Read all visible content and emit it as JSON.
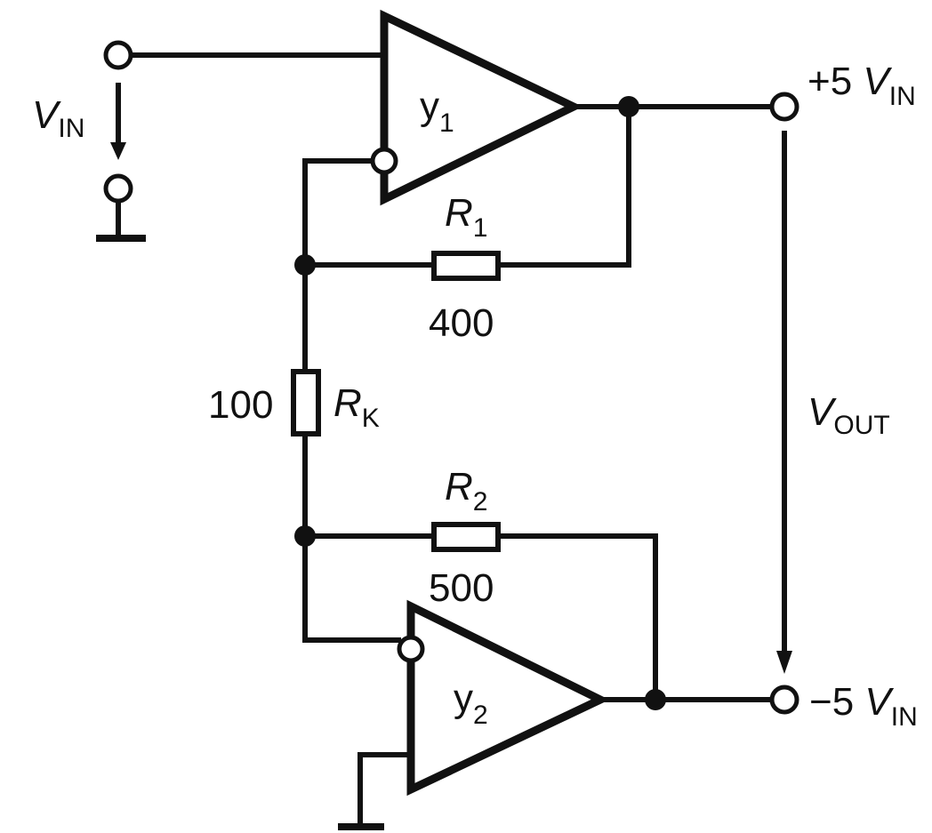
{
  "colors": {
    "ink": "#111111",
    "background": "#ffffff"
  },
  "labels": {
    "vin": {
      "main": "V",
      "sub": "IN"
    },
    "amp1": {
      "main": "y",
      "sub": "1"
    },
    "amp2": {
      "main": "y",
      "sub": "2"
    },
    "r1": {
      "main": "R",
      "sub": "1"
    },
    "r2": {
      "main": "R",
      "sub": "2"
    },
    "rk": {
      "main": "R",
      "sub": "K"
    },
    "r1_value": "400",
    "r2_value": "500",
    "rk_value": "100",
    "out_pos": {
      "prefix": "+5 ",
      "main": "V",
      "sub": "IN"
    },
    "out_neg": {
      "prefix": "−5 ",
      "main": "V",
      "sub": "IN"
    },
    "vout": {
      "main": "V",
      "sub": "OUT"
    }
  }
}
